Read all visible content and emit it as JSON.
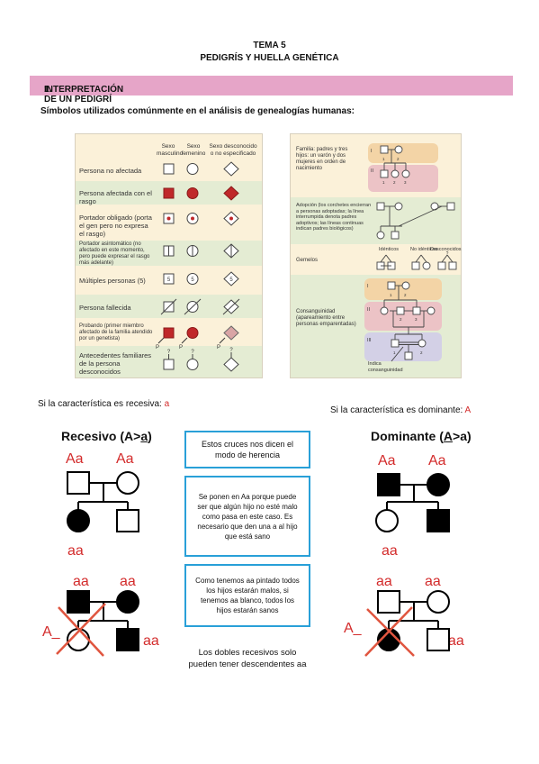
{
  "header": {
    "topic": "TEMA 5",
    "title": "PEDIGRÍS Y HUELLA GENÉTICA"
  },
  "section": {
    "number": "1.",
    "title": "INTERPRETACIÓN DE UN PEDIGRÍ"
  },
  "subheading": "Símbolos utilizados comúnmente en el análisis de genealogías humanas:",
  "symbols_table": {
    "col_male": "Sexo masculino",
    "col_female": "Sexo femenino",
    "col_unknown": "Sexo desconocido o no especificado",
    "rows": [
      "Persona no afectada",
      "Persona afectada con el rasgo",
      "Portador obligado (porta el gen pero no expresa el rasgo)",
      "Portador asintomático (no afectado en este momento, pero puede expresar el rasgo más adelante)",
      "Múltiples personas (5)",
      "Persona fallecida",
      "Probando (primer miembro afectado de la familia atendido por un genetista)",
      "Antecedentes familiares de la persona desconocidos"
    ],
    "multi_count": "5",
    "unknown_mark": "?",
    "proband_mark": "P"
  },
  "family_panel": {
    "family": "Familia: padres y tres hijos: un varón y dos mujeres en orden de nacimiento",
    "adoption": "Adopción (los corchetes encierran a personas adoptadas; la línea interrumpida denota padres adoptivos; las líneas continuas indican padres biológicos)",
    "twins": "Gemelos",
    "twins_identical": "Idénticos",
    "twins_nonidentical": "No idénticos",
    "twins_unknown": "Desconocidos",
    "consanguinity": "Consanguinidad (apareamiento entre personas emparentadas)",
    "consanguinity_note": "Indica consanguinidad",
    "gen_I": "I",
    "gen_II": "II",
    "gen_III": "III",
    "n1": "1",
    "n2": "2",
    "n3": "3"
  },
  "recessive_note": {
    "text": "Si la característica es recesiva: ",
    "allele": "a"
  },
  "dominant_note": {
    "text": "Si la característica es dominante: ",
    "allele": "A"
  },
  "recessive_pedigree": {
    "title_pre": "Recesivo (A>",
    "title_allele": "a",
    "title_post": ")",
    "parent_left": "Aa",
    "parent_right": "Aa",
    "child": "aa",
    "parent2_left": "aa",
    "parent2_right": "aa",
    "crossed_label": "A_",
    "child2": "aa"
  },
  "dominant_pedigree": {
    "title_pre": "Dominante (",
    "title_allele": "A",
    "title_post": ">a)",
    "parent_left": "Aa",
    "parent_right": "Aa",
    "child": "aa",
    "parent2_left": "aa",
    "parent2_right": "aa",
    "crossed_label": "A_",
    "child2": "aa"
  },
  "boxes": {
    "inheritance": "Estos cruces nos dicen el modo de herencia",
    "aa_reason": "Se ponen en Aa porque puede ser que algún hijo no esté malo como pasa en este caso. Es necesario que den una a al hijo que está sano",
    "painted": "Como tenemos aa pintado todos los hijos estarán malos, si tenemos aa blanco, todos los hijos estarán sanos",
    "double_recessive": "Los dobles recesivos solo pueden tener descendentes aa"
  },
  "colors": {
    "section_bar": "#e6a5c8",
    "callout_border": "#29a0d8",
    "red": "#d32b2b",
    "affected_symbol": "#c0282a"
  }
}
